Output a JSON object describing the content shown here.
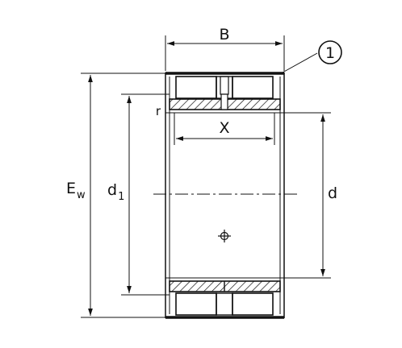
{
  "diagram": {
    "labels": {
      "width": "B",
      "callout": "1",
      "fillet": "r",
      "spacing": "X",
      "bore": "d",
      "inner_ring_outer_main": "d",
      "inner_ring_outer_sub": "1",
      "roller_envelope_main": "E",
      "roller_envelope_sub": "w"
    },
    "colors": {
      "line": "#111111",
      "background": "#ffffff"
    }
  }
}
